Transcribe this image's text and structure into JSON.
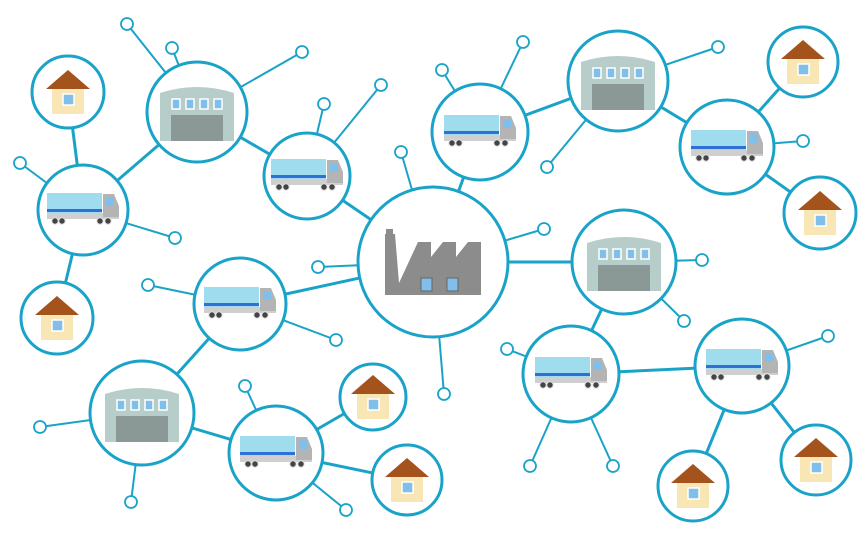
{
  "diagram": {
    "type": "supply-chain-network",
    "colors": {
      "line": "#1aa3c8",
      "node_fill": "#ffffff",
      "factory": "#8c8c8c",
      "window": "#7fbfea",
      "warehouse_body": "#b7cdca",
      "warehouse_door": "#8a9995",
      "truck_cargo": "#9fdcee",
      "truck_stripe": "#2f6fd6",
      "truck_cab": "#b4b4b4",
      "house_roof": "#a5531d",
      "house_wall": "#f8e7b4"
    },
    "nodes": [
      {
        "id": "F",
        "kind": "factory"
      },
      {
        "id": "T1",
        "kind": "truck"
      },
      {
        "id": "T2",
        "kind": "truck"
      },
      {
        "id": "T3",
        "kind": "truck"
      },
      {
        "id": "T4",
        "kind": "truck"
      },
      {
        "id": "T5",
        "kind": "truck"
      },
      {
        "id": "T6",
        "kind": "truck"
      },
      {
        "id": "T7",
        "kind": "truck"
      },
      {
        "id": "T8",
        "kind": "truck"
      },
      {
        "id": "W1",
        "kind": "warehouse"
      },
      {
        "id": "W2",
        "kind": "warehouse"
      },
      {
        "id": "W3",
        "kind": "warehouse"
      },
      {
        "id": "W4",
        "kind": "warehouse"
      },
      {
        "id": "H1",
        "kind": "house"
      },
      {
        "id": "H2",
        "kind": "house"
      },
      {
        "id": "H3",
        "kind": "house"
      },
      {
        "id": "H4",
        "kind": "house"
      },
      {
        "id": "H5",
        "kind": "house"
      },
      {
        "id": "H6",
        "kind": "house"
      },
      {
        "id": "H7",
        "kind": "house"
      },
      {
        "id": "H8",
        "kind": "house"
      }
    ],
    "edges": [
      [
        "F",
        "T1"
      ],
      [
        "F",
        "T3"
      ],
      [
        "F",
        "T4"
      ],
      [
        "F",
        "W3"
      ],
      [
        "T1",
        "W1"
      ],
      [
        "W1",
        "T2"
      ],
      [
        "T2",
        "H1"
      ],
      [
        "T2",
        "H2"
      ],
      [
        "T3",
        "W4"
      ],
      [
        "W4",
        "T8"
      ],
      [
        "T8",
        "H5"
      ],
      [
        "T8",
        "H6"
      ],
      [
        "T4",
        "W2"
      ],
      [
        "W2",
        "T5"
      ],
      [
        "T5",
        "H3"
      ],
      [
        "T5",
        "H4"
      ],
      [
        "W3",
        "T6"
      ],
      [
        "T6",
        "T7"
      ],
      [
        "T7",
        "H7"
      ],
      [
        "T7",
        "H8"
      ]
    ]
  }
}
